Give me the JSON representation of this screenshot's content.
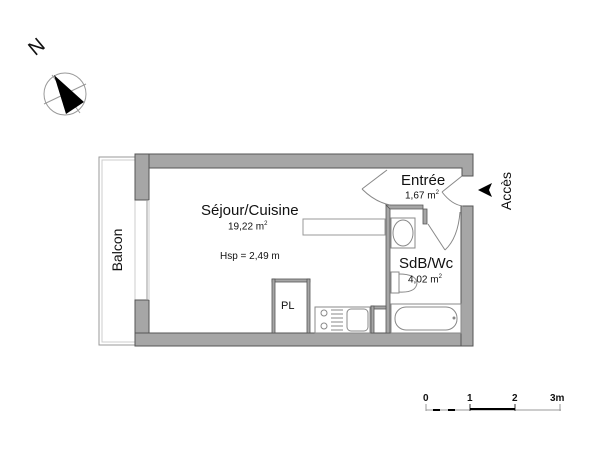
{
  "compass": {
    "label": "N",
    "icon": "north-arrow-icon"
  },
  "rooms": {
    "sejour": {
      "name": "Séjour/Cuisine",
      "area": "19,22 m",
      "area_sup": "2",
      "height": "Hsp = 2,49 m"
    },
    "entree": {
      "name": "Entrée",
      "area": "1,67 m",
      "area_sup": "2"
    },
    "sdb": {
      "name": "SdB/Wc",
      "area": "4,02 m",
      "area_sup": "2"
    },
    "placard": {
      "name": "PL"
    },
    "balcon": {
      "name": "Balcon"
    }
  },
  "access": {
    "label": "Accès",
    "icon": "arrow-left-icon"
  },
  "scale_bar": {
    "ticks": [
      "0",
      "1",
      "2",
      "3m"
    ]
  },
  "colors": {
    "wall": "#a6a6a6",
    "wall_stroke": "#555555",
    "fixture": "#888888"
  }
}
